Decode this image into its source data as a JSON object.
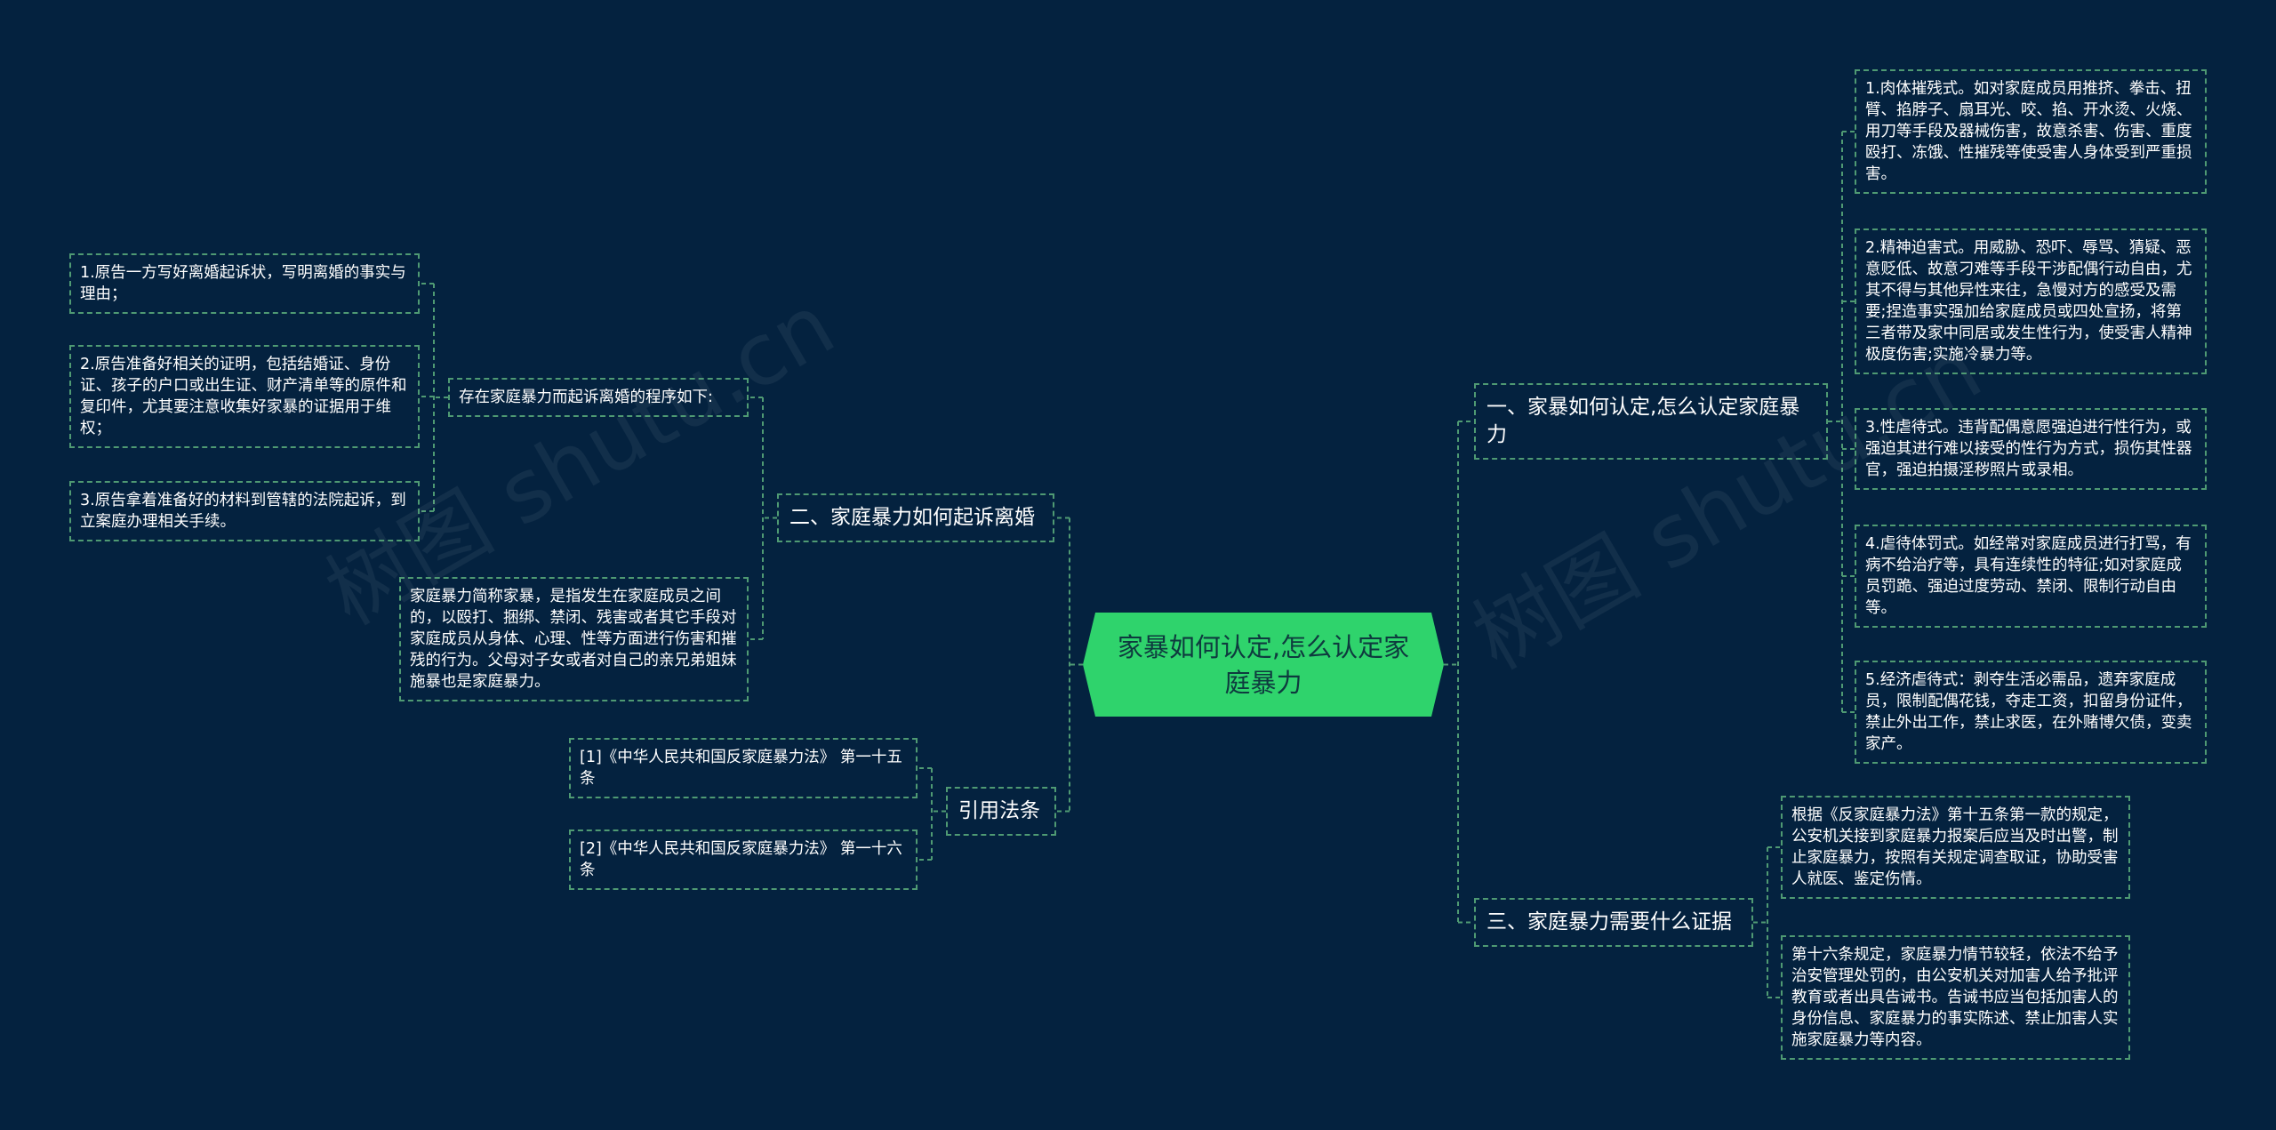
{
  "watermark": "树图 shutu.cn",
  "central": "家暴如何认定,怎么认定家庭暴力",
  "branch1": {
    "title": "一、家暴如何认定,怎么认定家庭暴力",
    "items": [
      "1.肉体摧残式。如对家庭成员用推挤、拳击、扭臂、掐脖子、扇耳光、咬、掐、开水烫、火烧、用刀等手段及器械伤害，故意杀害、伤害、重度殴打、冻饿、性摧残等使受害人身体受到严重损害。",
      "2.精神迫害式。用威胁、恐吓、辱骂、猜疑、恶意贬低、故意刁难等手段干涉配偶行动自由，尤其不得与其他异性来往，急慢对方的感受及需要;捏造事实强加给家庭成员或四处宣扬，将第三者带及家中同居或发生性行为，使受害人精神极度伤害;实施冷暴力等。",
      "3.性虐待式。违背配偶意愿强迫进行性行为，或强迫其进行难以接受的性行为方式，损伤其性器官，强迫拍摄淫秽照片或录相。",
      "4.虐待体罚式。如经常对家庭成员进行打骂，有病不给治疗等，具有连续性的特征;如对家庭成员罚跪、强迫过度劳动、禁闭、限制行动自由等。",
      "5.经济虐待式：剥夺生活必需品，遗弃家庭成员，限制配偶花钱，夺走工资，扣留身份证件，禁止外出工作，禁止求医，在外赌博欠债，变卖家产。"
    ]
  },
  "branch2": {
    "title": "二、家庭暴力如何起诉离婚",
    "procedure_title": "存在家庭暴力而起诉离婚的程序如下:",
    "procedure_items": [
      "1.原告一方写好离婚起诉状，写明离婚的事实与理由；",
      "2.原告准备好相关的证明，包括结婚证、身份证、孩子的户口或出生证、财产清单等的原件和复印件，尤其要注意收集好家暴的证据用于维权；",
      "3.原告拿着准备好的材料到管辖的法院起诉，到立案庭办理相关手续。"
    ],
    "definition": "家庭暴力简称家暴，是指发生在家庭成员之间的，以殴打、捆绑、禁闭、残害或者其它手段对家庭成员从身体、心理、性等方面进行伤害和摧残的行为。父母对子女或者对自己的亲兄弟姐妹施暴也是家庭暴力。"
  },
  "branch3": {
    "title": "三、家庭暴力需要什么证据",
    "items": [
      "根据《反家庭暴力法》第十五条第一款的规定，公安机关接到家庭暴力报案后应当及时出警，制止家庭暴力，按照有关规定调查取证，协助受害人就医、鉴定伤情。",
      "第十六条规定，家庭暴力情节较轻，依法不给予治安管理处罚的，由公安机关对加害人给予批评教育或者出具告诫书。告诫书应当包括加害人的身份信息、家庭暴力的事实陈述、禁止加害人实施家庭暴力等内容。"
    ]
  },
  "branch4": {
    "title": "引用法条",
    "items": [
      "[1]《中华人民共和国反家庭暴力法》 第一十五条",
      "[2]《中华人民共和国反家庭暴力法》 第一十六条"
    ]
  },
  "colors": {
    "background": "#04223f",
    "central": "#2fd36c",
    "line": "#4f9a73"
  }
}
